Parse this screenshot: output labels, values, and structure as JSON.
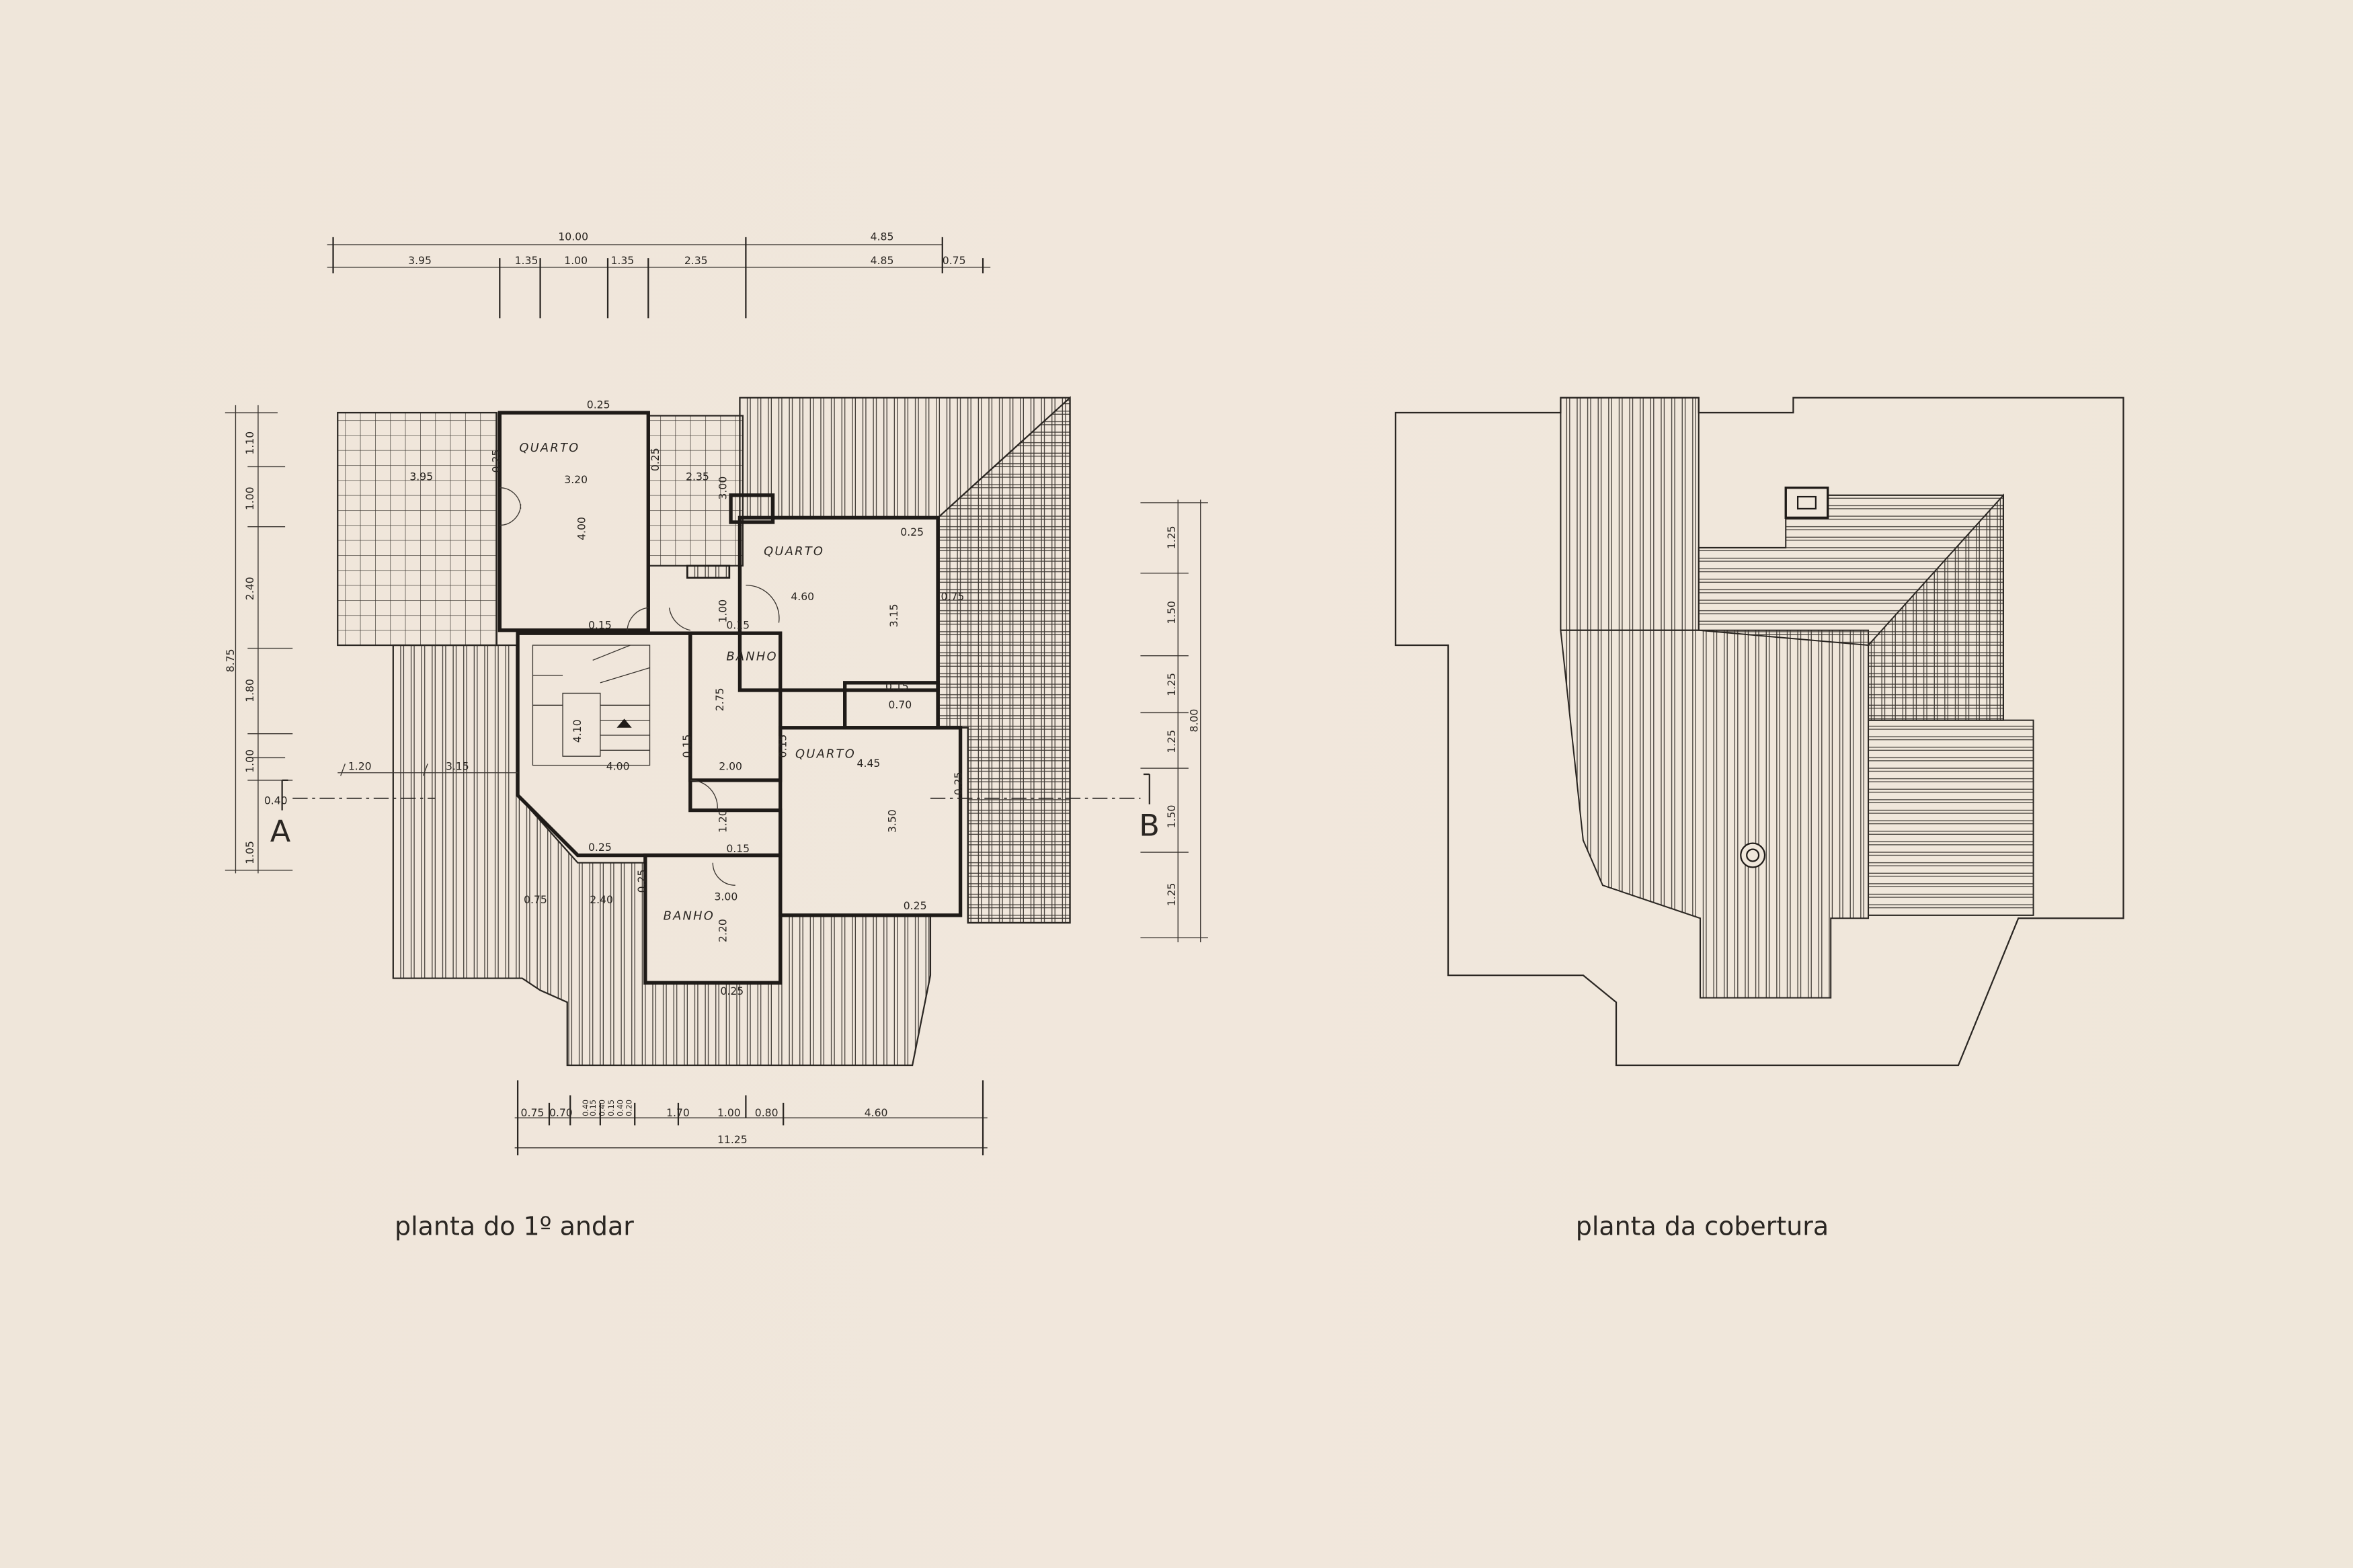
{
  "plan_first_floor": {
    "title": "planta do 1º andar",
    "section_a": "A",
    "section_b": "B",
    "rooms": {
      "quarto_nw": "QUARTO",
      "quarto_ne": "QUARTO",
      "quarto_e": "QUARTO",
      "banho_1": "BANHO",
      "banho_2": "BANHO"
    },
    "dims_top_overall": [
      "10.00",
      "4.85"
    ],
    "dims_top": [
      "3.95",
      "1.35",
      "1.00",
      "1.35",
      "2.35",
      "4.85",
      "0.75"
    ],
    "dims_left_total": "8.75",
    "dims_left": [
      "1.10",
      "1.00",
      "2.40",
      "1.80",
      "1.00",
      "0.40",
      "1.05"
    ],
    "dims_right_total": "8.00",
    "dims_right": [
      "1.25",
      "1.50",
      "1.25",
      "1.25",
      "1.50",
      "1.25"
    ],
    "dims_bottom": [
      "0.75",
      "0.70",
      "0.40",
      "0.15",
      "0.40",
      "0.15",
      "0.40",
      "0.20",
      "1.70",
      "1.00",
      "0.80",
      "4.60"
    ],
    "dims_bottom_total": "11.25",
    "dims_interior": [
      "3.95",
      "3.20",
      "4.00",
      "2.35",
      "3.00",
      "0.25",
      "0.25",
      "0.25",
      "4.60",
      "3.15",
      "0.25",
      "0.75",
      "1.00",
      "0.15",
      "0.15",
      "2.75",
      "4.10",
      "4.00",
      "2.00",
      "0.15",
      "0.15",
      "4.45",
      "3.50",
      "0.70",
      "0.15",
      "1.20",
      "0.25",
      "2.40",
      "0.75",
      "3.00",
      "2.20",
      "0.25",
      "0.15",
      "0.25",
      "0.25",
      "1.20",
      "3.15",
      "0.25"
    ]
  },
  "plan_roof": {
    "title": "planta da cobertura"
  }
}
